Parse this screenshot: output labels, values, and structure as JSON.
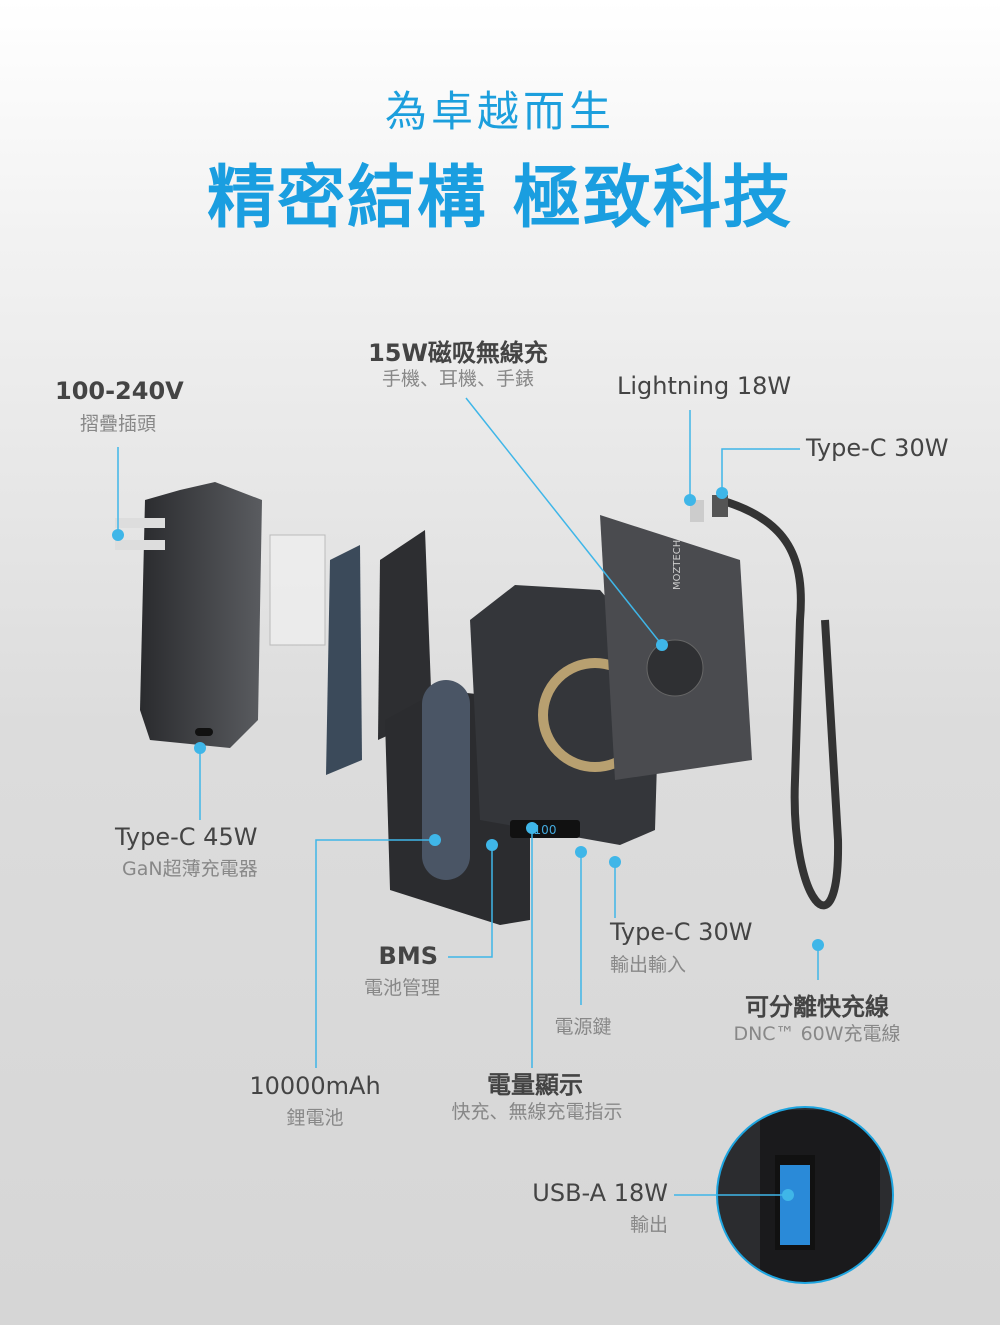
{
  "header": {
    "kicker": "為卓越而生",
    "title": "精密結構 極致科技"
  },
  "labels": {
    "wireless": {
      "title": "15W磁吸無線充",
      "sub": "手機、耳機、手錶"
    },
    "plug": {
      "title": "100-240V",
      "sub": "摺疊插頭"
    },
    "lightning": {
      "title": "Lightning 18W"
    },
    "typec_cable": {
      "title": "Type-C 30W"
    },
    "charger": {
      "title": "Type-C 45W",
      "sub": "GaN超薄充電器"
    },
    "bms": {
      "title": "BMS",
      "sub": "電池管理"
    },
    "typec_port": {
      "title": "Type-C 30W",
      "sub": "輸出輸入"
    },
    "power": {
      "sub": "電源鍵"
    },
    "cable": {
      "title": "可分離快充線",
      "sub": "DNC™ 60W充電線"
    },
    "battery": {
      "title": "10000mAh",
      "sub": "鋰電池"
    },
    "display": {
      "title": "電量顯示",
      "sub": "快充、無線充電指示"
    },
    "usba": {
      "title": "USB-A 18W",
      "sub": "輸出"
    }
  },
  "product": {
    "brand": "MOZTECH",
    "display_reading": "100"
  },
  "colors": {
    "accent": "#1ea5e0",
    "product": "#3a3b3e"
  }
}
